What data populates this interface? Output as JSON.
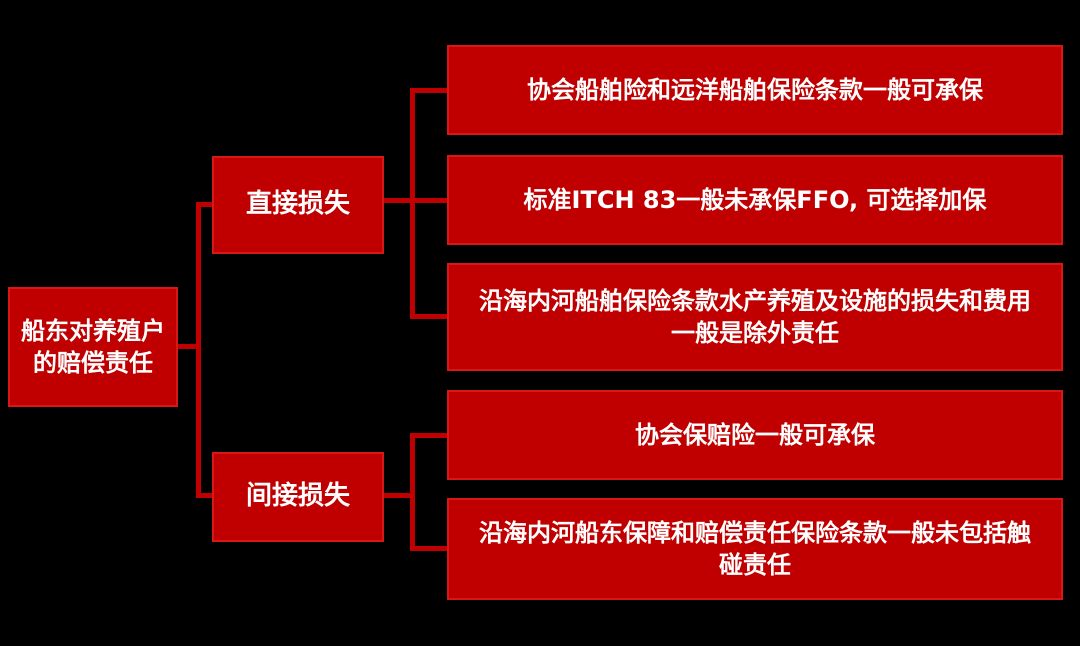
{
  "diagram": {
    "type": "tree",
    "colors": {
      "background": "#000000",
      "node_fill": "#c00000",
      "node_border": "#d81717",
      "line": "#c00000",
      "text": "#ffffff"
    },
    "root": {
      "label": "船东对养殖户的赔偿责任"
    },
    "branches": [
      {
        "label": "直接损失",
        "children": [
          "协会船舶险和远洋船舶保险条款一般可承保",
          "标准ITCH 83一般未承保FFO, 可选择加保",
          "沿海内河船舶保险条款水产养殖及设施的损失和费用一般是除外责任"
        ]
      },
      {
        "label": "间接损失",
        "children": [
          "协会保赔险一般可承保",
          "沿海内河船东保障和赔偿责任保险条款一般未包括触碰责任"
        ]
      }
    ]
  }
}
